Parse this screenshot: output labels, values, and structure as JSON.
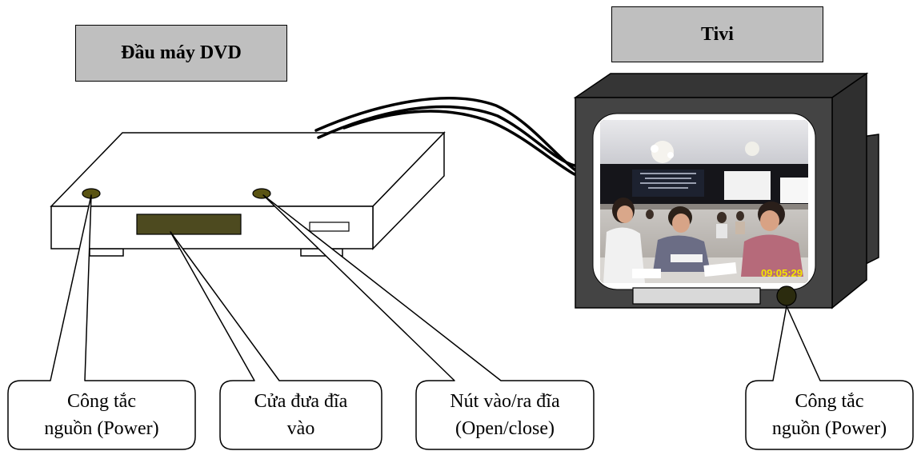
{
  "titles": {
    "dvd": "Đầu máy DVD",
    "tv": "Tivi"
  },
  "callouts": [
    {
      "line1": "Công tắc",
      "line2": "nguồn (Power)"
    },
    {
      "line1": "Cửa đưa đĩa",
      "line2": "vào"
    },
    {
      "line1": "Nút vào/ra đĩa",
      "line2": "(Open/close)"
    },
    {
      "line1": "Công tắc",
      "line2": "nguồn (Power)"
    }
  ],
  "screen": {
    "timestamp": "09:05:29",
    "timestamp_color": "#f2e600"
  },
  "colors": {
    "title_fill": "#bfbfbf",
    "tv_body": "#3a3a3a",
    "tv_front": "#444444",
    "dvd_slot": "#4d4a1f",
    "led": "#5a5413"
  }
}
